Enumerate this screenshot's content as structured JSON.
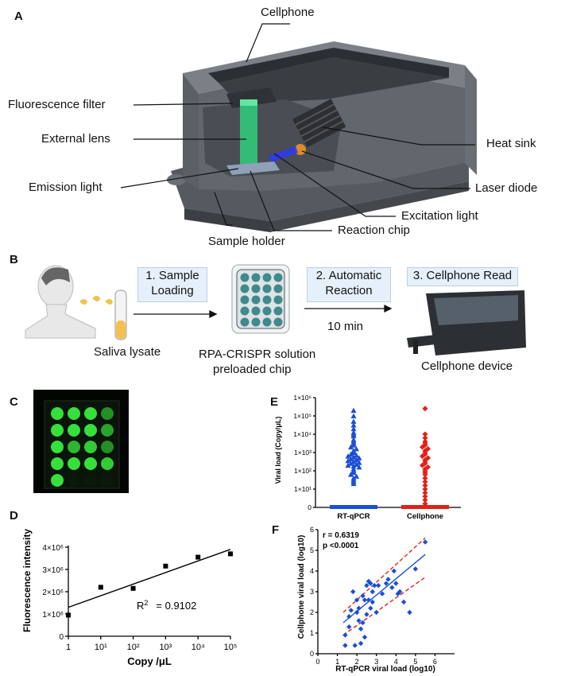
{
  "panelA": {
    "letter": "A",
    "labels": {
      "cellphone": "Cellphone",
      "fluorescence_filter": "Fluorescence filter",
      "external_lens": "External lens",
      "emission_light": "Emission light",
      "sample_holder": "Sample holder",
      "reaction_chip": "Reaction chip",
      "excitation_light": "Excitation light",
      "laser_diode": "Laser diode",
      "heat_sink": "Heat sink"
    }
  },
  "panelB": {
    "letter": "B",
    "step1_line1": "1. Sample",
    "step1_line2": "Loading",
    "step2_line1": "2. Automatic",
    "step2_line2": "Reaction",
    "step3": "3. Cellphone Read",
    "time": "10 min",
    "saliva": "Saliva lysate",
    "chip_line1": "RPA-CRISPR solution",
    "chip_line2": "preloaded chip",
    "device": "Cellphone device"
  },
  "panelC": {
    "letter": "C"
  },
  "panelD": {
    "letter": "D",
    "chart_data": {
      "type": "scatter",
      "xlabel": "Copy /μL",
      "ylabel": "Fluorescence intensity",
      "xscale": "log",
      "xlim": [
        1,
        100000
      ],
      "ylim": [
        0,
        4000000
      ],
      "x_ticks": [
        "1",
        "10¹",
        "10²",
        "10³",
        "10⁴",
        "10⁵"
      ],
      "y_ticks": [
        "0",
        "1×10⁶",
        "2×10⁶",
        "3×10⁶",
        "4×10⁶"
      ],
      "points": [
        {
          "x": 1,
          "y": 950000
        },
        {
          "x": 10,
          "y": 2200000
        },
        {
          "x": 100,
          "y": 2150000
        },
        {
          "x": 1000,
          "y": 3150000
        },
        {
          "x": 10000,
          "y": 3550000
        },
        {
          "x": 100000,
          "y": 3700000
        }
      ],
      "fit": {
        "x": [
          1,
          100000
        ],
        "y": [
          1300000,
          3900000
        ]
      },
      "annotation_prefix": "R",
      "annotation_sup": "2",
      "annotation_rest": "= 0.9102"
    }
  },
  "panelE": {
    "letter": "E",
    "chart_data": {
      "type": "scatter",
      "ylabel": "Viral load (Copy/μL)",
      "yscale": "log",
      "ylim": [
        0,
        1000000
      ],
      "y_ticks": [
        "0",
        "1×10¹",
        "1×10²",
        "1×10³",
        "1×10⁴",
        "1×10⁵",
        "1×10⁶"
      ],
      "categories": [
        "RT-qPCR",
        "Cellphone"
      ],
      "colors": {
        "RT-qPCR": "#1a4fd6",
        "Cellphone": "#e02018"
      },
      "rtqpcr_log10_values": [
        5.3,
        5.0,
        4.7,
        4.5,
        4.3,
        4.1,
        4.0,
        3.9,
        3.7,
        3.6,
        3.5,
        3.4,
        3.3,
        3.2,
        3.1,
        3.0,
        2.9,
        2.85,
        2.8,
        2.75,
        2.7,
        2.65,
        2.6,
        2.55,
        2.5,
        2.45,
        2.4,
        2.35,
        2.3,
        2.25,
        2.2,
        2.1,
        2.0,
        1.9,
        1.8,
        1.7,
        1.6,
        1.5,
        1.4,
        1.3
      ],
      "cellphone_log10_values": [
        5.4,
        4.0,
        3.8,
        3.6,
        3.5,
        3.4,
        3.3,
        3.2,
        3.1,
        3.0,
        2.9,
        2.8,
        2.7,
        2.6,
        2.5,
        2.4,
        2.3,
        2.2,
        2.1,
        2.0,
        1.9,
        1.8,
        1.6,
        1.4,
        1.2,
        1.0,
        0.8,
        0.6,
        0.4,
        0.2
      ]
    }
  },
  "panelF": {
    "letter": "F",
    "chart_data": {
      "type": "scatter",
      "xlabel": "RT-qPCR viral load (log10)",
      "ylabel": "Cellphone viral load (log10)",
      "xlim": [
        0,
        7
      ],
      "ylim": [
        0,
        6
      ],
      "x_ticks": [
        "0",
        "1",
        "2",
        "3",
        "4",
        "5",
        "6"
      ],
      "y_ticks": [
        "0",
        "1",
        "2",
        "3",
        "4",
        "5",
        "6"
      ],
      "stat_r": "r = 0.6319",
      "stat_p": "p <0.0001",
      "points": [
        [
          1.4,
          0.4
        ],
        [
          1.4,
          0.9
        ],
        [
          1.6,
          1.3
        ],
        [
          1.6,
          1.8
        ],
        [
          1.7,
          2.1
        ],
        [
          1.8,
          3.0
        ],
        [
          1.9,
          0.4
        ],
        [
          2.0,
          2.0
        ],
        [
          2.0,
          2.6
        ],
        [
          2.1,
          1.6
        ],
        [
          2.1,
          2.2
        ],
        [
          2.2,
          0.5
        ],
        [
          2.2,
          1.2
        ],
        [
          2.3,
          1.5
        ],
        [
          2.3,
          2.8
        ],
        [
          2.4,
          0.8
        ],
        [
          2.4,
          2.6
        ],
        [
          2.5,
          1.9
        ],
        [
          2.5,
          3.3
        ],
        [
          2.6,
          2.6
        ],
        [
          2.6,
          3.5
        ],
        [
          2.7,
          3.4
        ],
        [
          2.7,
          2.2
        ],
        [
          2.8,
          3.0
        ],
        [
          2.8,
          2.5
        ],
        [
          2.9,
          3.3
        ],
        [
          3.0,
          2.0
        ],
        [
          3.1,
          3.3
        ],
        [
          3.3,
          2.9
        ],
        [
          3.5,
          3.4
        ],
        [
          3.6,
          3.6
        ],
        [
          3.8,
          3.2
        ],
        [
          3.9,
          4.0
        ],
        [
          4.0,
          3.4
        ],
        [
          4.1,
          2.9
        ],
        [
          4.2,
          3.0
        ],
        [
          4.4,
          2.5
        ],
        [
          4.7,
          2.0
        ],
        [
          5.0,
          4.1
        ],
        [
          5.5,
          5.4
        ]
      ],
      "fit": {
        "x": [
          1.3,
          5.5
        ],
        "y": [
          1.5,
          4.8
        ]
      },
      "ci_upper": {
        "x": [
          1.3,
          5.5
        ],
        "y": [
          2.0,
          5.6
        ]
      },
      "ci_lower": {
        "x": [
          1.3,
          5.5
        ],
        "y": [
          0.9,
          3.7
        ]
      }
    }
  }
}
